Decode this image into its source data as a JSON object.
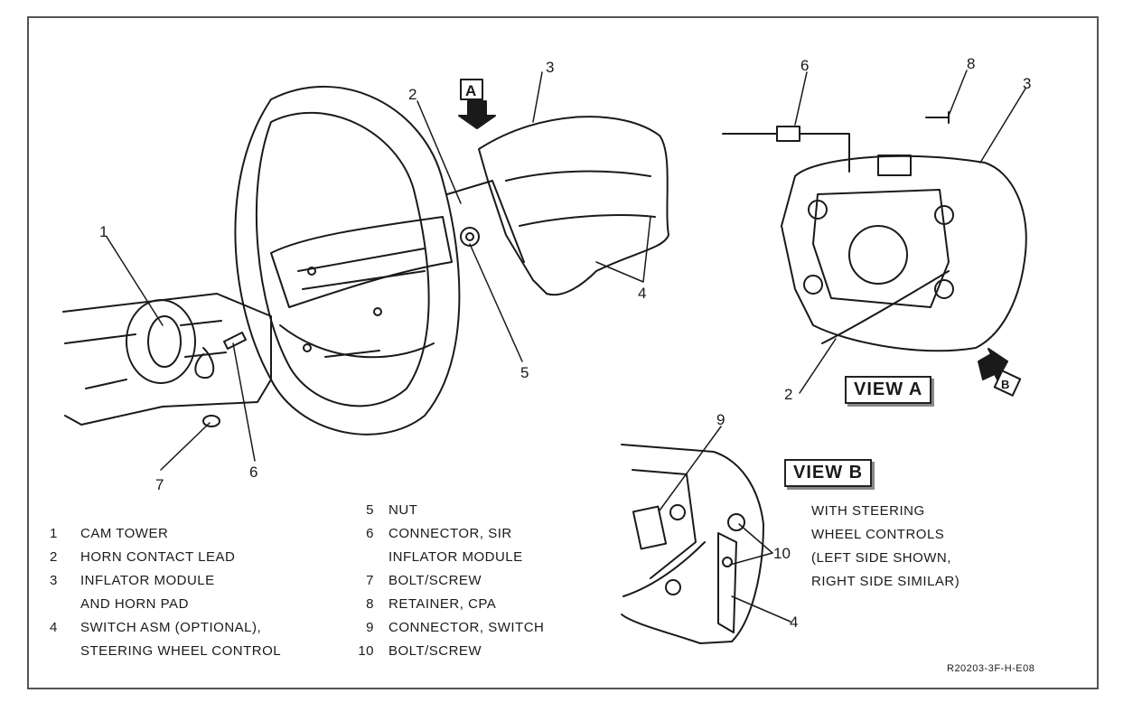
{
  "callouts": {
    "main": {
      "c1": "1",
      "c2": "2",
      "c3": "3",
      "c4": "4",
      "c5": "5",
      "c6": "6",
      "c7": "7",
      "arrowA": "A"
    },
    "viewA": {
      "c6": "6",
      "c8": "8",
      "c3": "3",
      "c2": "2",
      "arrowB": "B"
    },
    "viewB": {
      "c9": "9",
      "c10": "10",
      "c4": "4"
    }
  },
  "view_a_title": "VIEW A",
  "view_b_title": "VIEW B",
  "view_b_note": [
    "WITH STEERING",
    "WHEEL CONTROLS",
    "(LEFT SIDE SHOWN,",
    "RIGHT SIDE SIMILAR)"
  ],
  "legend_left": [
    {
      "num": "1",
      "text": "CAM TOWER"
    },
    {
      "num": "2",
      "text": "HORN CONTACT LEAD"
    },
    {
      "num": "3",
      "text": "INFLATOR MODULE"
    },
    {
      "num": "",
      "text": "AND HORN PAD"
    },
    {
      "num": "4",
      "text": "SWITCH ASM (OPTIONAL),"
    },
    {
      "num": "",
      "text": "STEERING WHEEL CONTROL"
    }
  ],
  "legend_right": [
    {
      "num": "5",
      "text": "NUT"
    },
    {
      "num": "6",
      "text": "CONNECTOR, SIR"
    },
    {
      "num": "",
      "text": "INFLATOR MODULE"
    },
    {
      "num": "7",
      "text": "BOLT/SCREW"
    },
    {
      "num": "8",
      "text": "RETAINER, CPA"
    },
    {
      "num": "9",
      "text": "CONNECTOR, SWITCH"
    },
    {
      "num": "10",
      "text": "BOLT/SCREW"
    }
  ],
  "reference_code": "R20203-3F-H-E08",
  "colors": {
    "ink": "#1a1a1a",
    "frame": "#555555",
    "paper": "#ffffff"
  }
}
